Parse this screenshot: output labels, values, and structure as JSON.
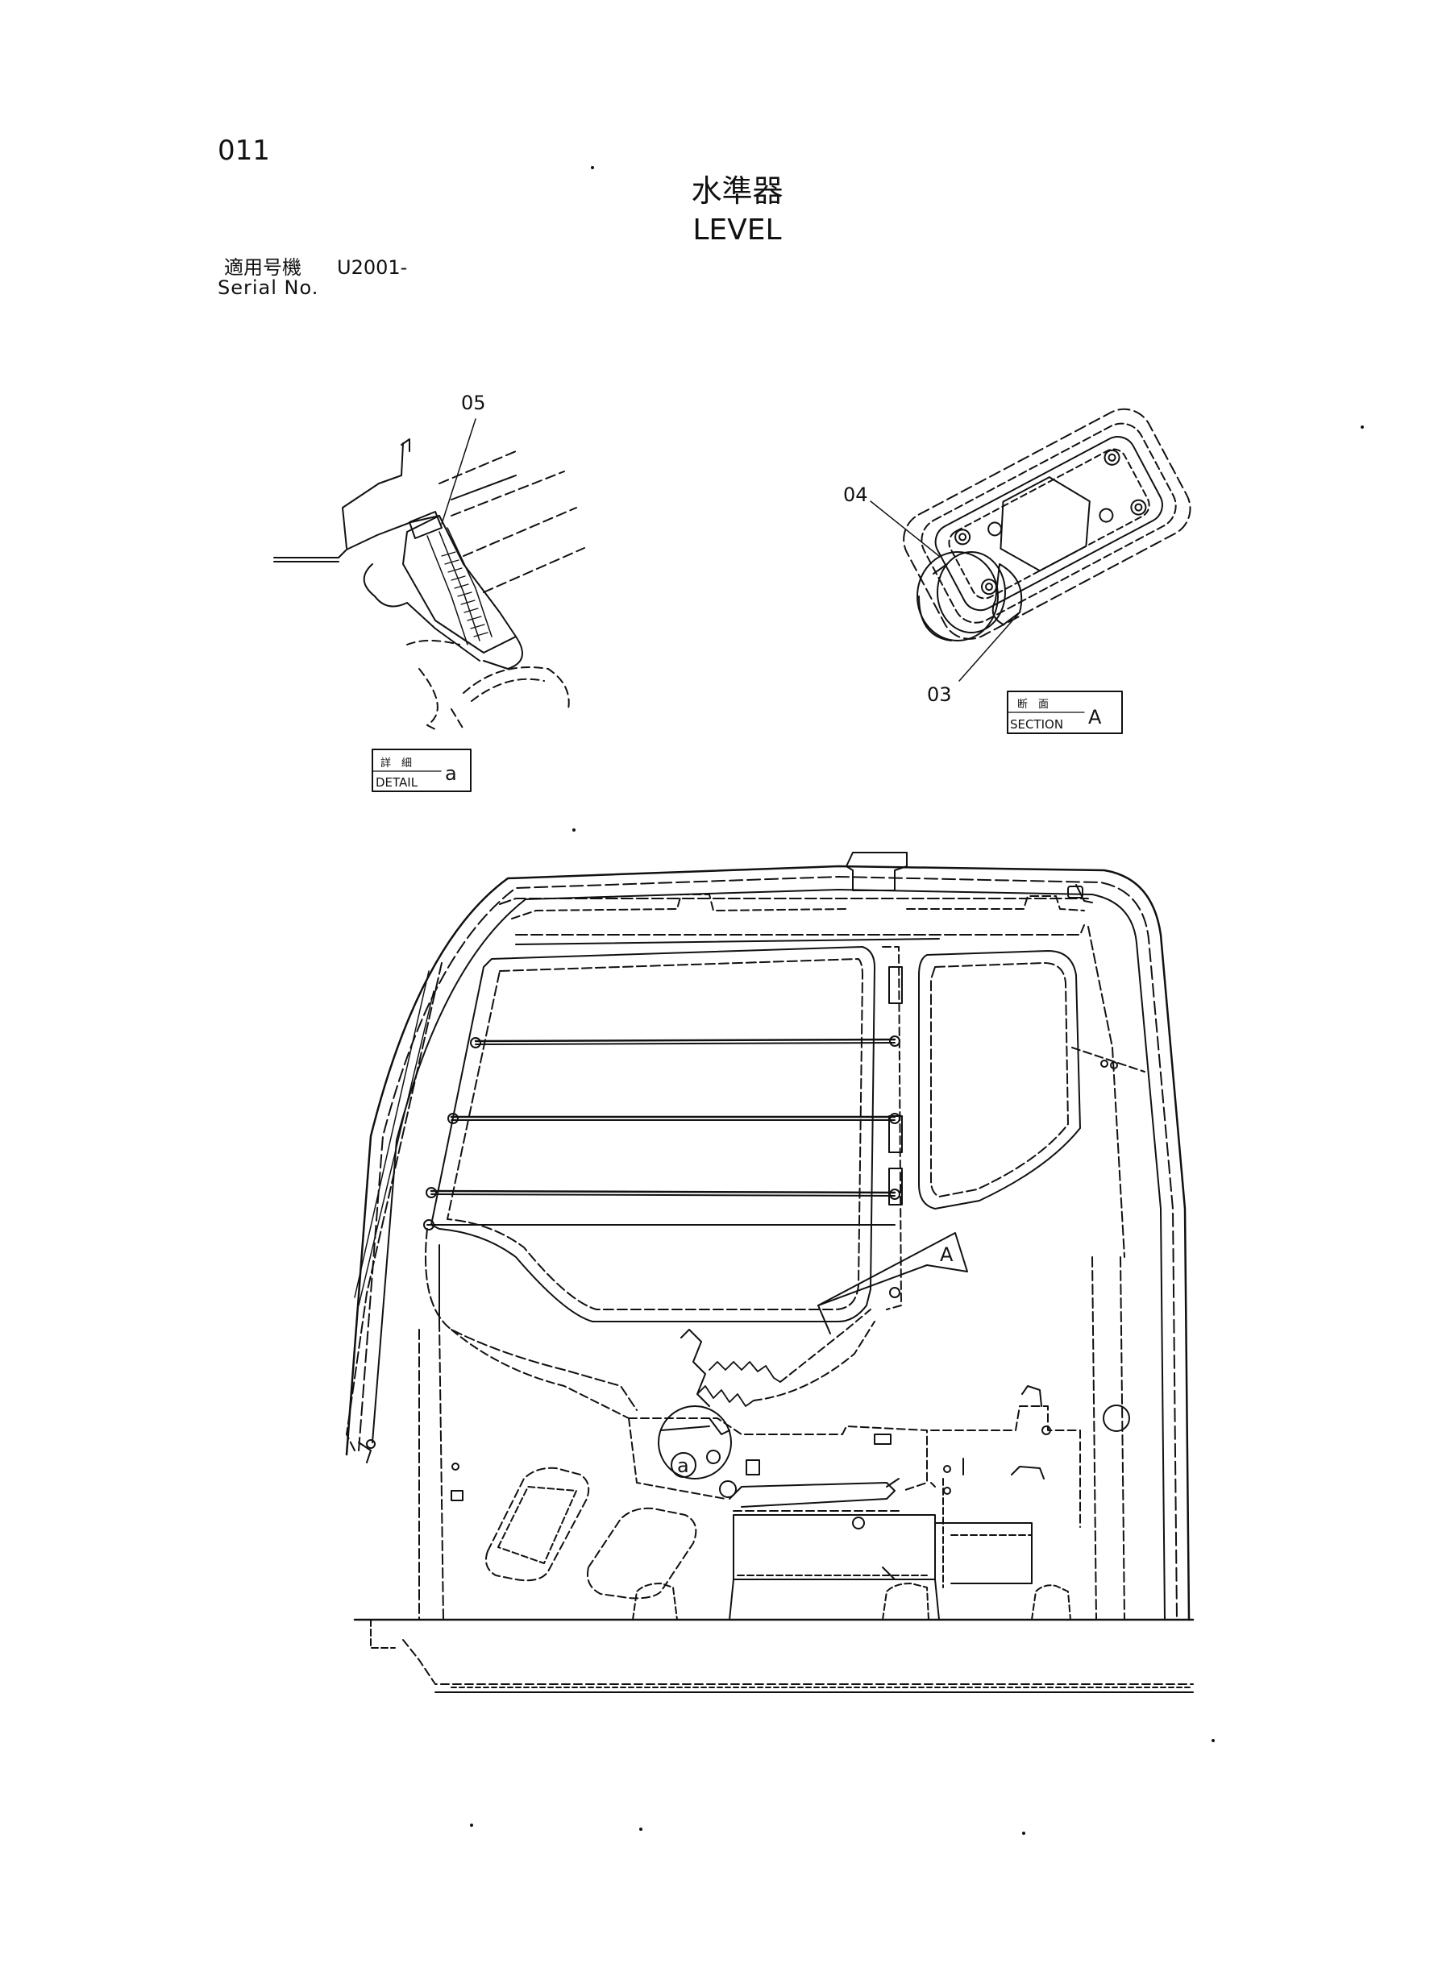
{
  "page_number": "011",
  "title": {
    "japanese": "水準器",
    "english": "LEVEL"
  },
  "serial": {
    "label_japanese": "適用号機",
    "value": "U2001-",
    "label_english": "Serial No."
  },
  "callouts": {
    "part_05": "05",
    "part_04": "04",
    "part_03": "03"
  },
  "detail_box": {
    "label_japanese": "詳　細",
    "label_english": "DETAIL",
    "letter": "a"
  },
  "section_box": {
    "label_japanese": "断　面",
    "label_english": "SECTION",
    "letter": "A"
  },
  "main_view_markers": {
    "section_marker": "A",
    "detail_marker": "a"
  }
}
